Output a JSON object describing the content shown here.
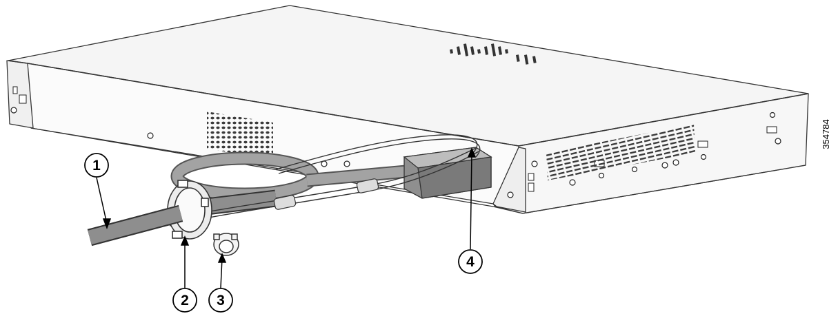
{
  "callouts": [
    {
      "id": "1",
      "label": "1"
    },
    {
      "id": "2",
      "label": "2"
    },
    {
      "id": "3",
      "label": "3"
    },
    {
      "id": "4",
      "label": "4"
    }
  ],
  "figure_id": "354784",
  "colors": {
    "chassis_top": "#f4f4f4",
    "chassis_edge": "#333333",
    "vent": "#3a3a3a",
    "cable": "#8a8a8a",
    "cable_dark": "#555555",
    "plug": "#9a9a9a"
  }
}
